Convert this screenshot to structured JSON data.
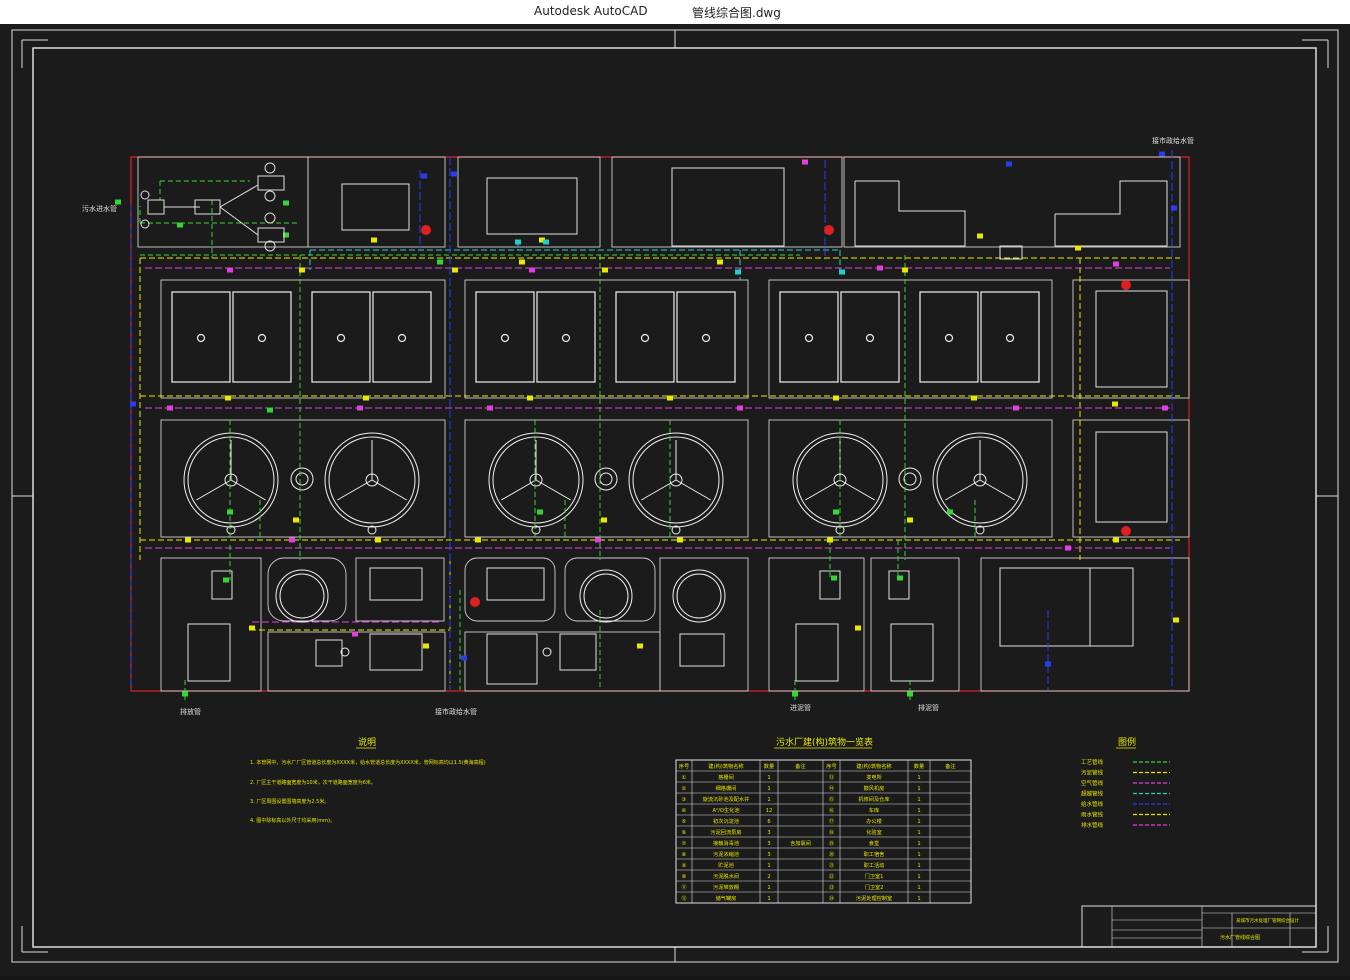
{
  "window": {
    "app_name": "Autodesk AutoCAD",
    "file_name": "管线综合图.dwg"
  },
  "drawing": {
    "outlet_labels": {
      "sewage_inlet": "污水进水管",
      "top_right": "接市政给水管",
      "bottom_1": "排放管",
      "bottom_2": "接市政给水管",
      "bottom_3": "进泥管",
      "bottom_4": "排泥管"
    },
    "notes": {
      "heading": "说明",
      "lines": [
        "1. 本管网中，污水厂厂区管道总长度为XXXX米，给水管道总长度为XXXX米，管网标高均以1.5(黄海高程)",
        "2. 厂区主干道路面宽度为10米，次干道路面宽度为6米。",
        "3. 厂区周围设置围墙高度为2.5米。",
        "4. 图中除标高以外尺寸均采用(mm)。"
      ]
    },
    "structures_table": {
      "title": "污水厂建(构)筑物一览表",
      "headers": [
        "序号",
        "建(构)筑物名称",
        "数量",
        "备注",
        "序号",
        "建(构)筑物名称",
        "数量",
        "备注"
      ],
      "rows": [
        [
          "①",
          "格栅间",
          "1",
          "",
          "⑬",
          "变电所",
          "1",
          ""
        ],
        [
          "②",
          "细格栅间",
          "1",
          "",
          "⑭",
          "鼓风机房",
          "1",
          ""
        ],
        [
          "③",
          "旋流沉砂池及配水井",
          "1",
          "",
          "⑮",
          "机修间及仓库",
          "1",
          ""
        ],
        [
          "④",
          "A²/O生化池",
          "12",
          "",
          "⑯",
          "车库",
          "1",
          ""
        ],
        [
          "⑤",
          "初次沉淀池",
          "6",
          "",
          "⑰",
          "办公楼",
          "1",
          ""
        ],
        [
          "⑥",
          "污泥回流泵房",
          "3",
          "",
          "⑱",
          "化验室",
          "1",
          ""
        ],
        [
          "⑦",
          "接触消毒池",
          "3",
          "含加氯间",
          "⑲",
          "食堂",
          "1",
          ""
        ],
        [
          "⑧",
          "污泥浓缩池",
          "3",
          "",
          "⑳",
          "职工宿舍",
          "1",
          ""
        ],
        [
          "⑨",
          "贮泥池",
          "1",
          "",
          "㉑",
          "职工活动",
          "1",
          ""
        ],
        [
          "⑩",
          "污泥脱水间",
          "2",
          "",
          "㉒",
          "门卫室1",
          "1",
          ""
        ],
        [
          "⑪",
          "污泥堆放棚",
          "1",
          "",
          "㉓",
          "门卫室2",
          "1",
          ""
        ],
        [
          "⑫",
          "储气罐房",
          "1",
          "",
          "㉔",
          "污泥处理控制室",
          "1",
          ""
        ]
      ]
    },
    "legend": {
      "heading": "图例",
      "items": [
        {
          "label": "工艺管线",
          "color": "#35d635"
        },
        {
          "label": "污泥管线",
          "color": "#e8e800"
        },
        {
          "label": "空气管线",
          "color": "#e040e0"
        },
        {
          "label": "超越管线",
          "color": "#20d0d0"
        },
        {
          "label": "给水管线",
          "color": "#2a3cf0"
        },
        {
          "label": "雨水管线",
          "color": "#e8e800"
        },
        {
          "label": "排水管线",
          "color": "#e040e0"
        }
      ]
    },
    "title_block": {
      "project": "某城市污水处理厂管网综合设计",
      "drawing_name": "污水厂管线综合图"
    },
    "colors": {
      "background": "#1b1b1b",
      "frame": "#e8e8e8",
      "boundary": "#e02020",
      "process": "#35d635",
      "sludge": "#e8e800",
      "air": "#e040e0",
      "bypass": "#20d0d0",
      "water": "#2a3cf0"
    }
  }
}
